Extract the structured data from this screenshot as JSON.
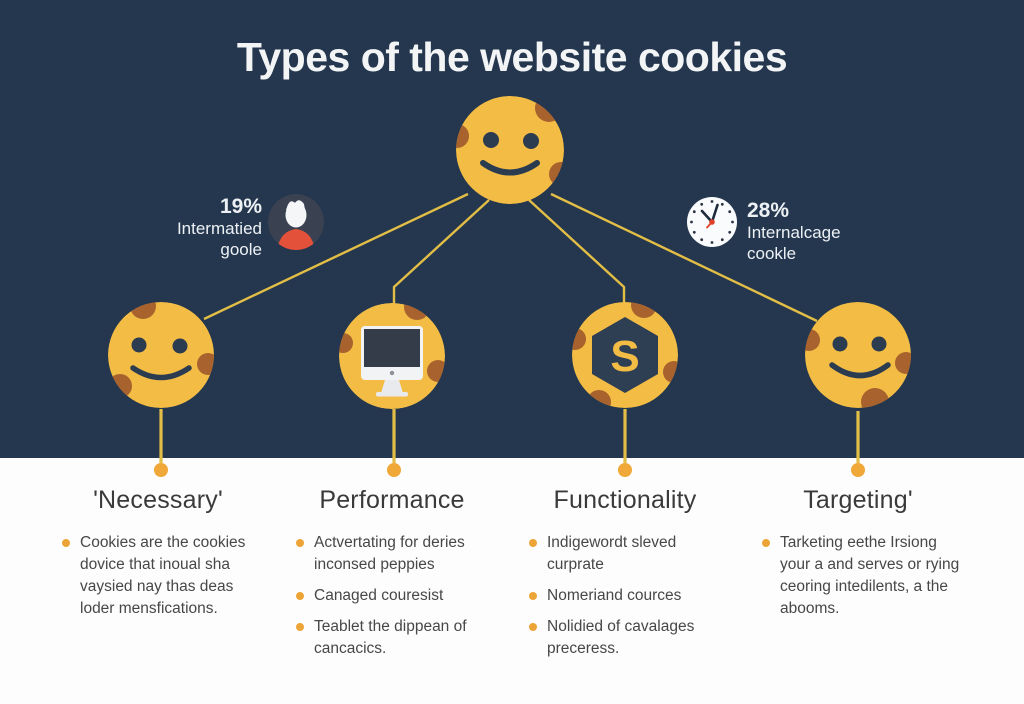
{
  "title": "Types of the website cookies",
  "stats": {
    "left": {
      "value": "19%",
      "line1": "Intermatied",
      "line2": "goole",
      "icon": "person-icon"
    },
    "right": {
      "value": "28%",
      "line1": "Internalcage",
      "line2": "cookle",
      "icon": "clock-icon"
    }
  },
  "center_icon": "smiley-cookie-icon",
  "hex_letter": "S",
  "columns": [
    {
      "title": "'Necessary'",
      "icon": "smiley-cookie-icon",
      "bullets": [
        "Cookies are the cookies dovice that inoual sha vaysied nay thas deas loder mensfications."
      ]
    },
    {
      "title": "Performance",
      "icon": "computer-cookie-icon",
      "bullets": [
        "Actvertating for deries inconsed peppies",
        "Canaged couresist",
        "Teablet the dippean of cancacics."
      ]
    },
    {
      "title": "Functionality",
      "icon": "hexagon-s-cookie-icon",
      "bullets": [
        "Indigewordt sleved curprate",
        "Nomeriand cources",
        "Nolidied of cavalages preceress."
      ]
    },
    {
      "title": "Targeting'",
      "icon": "smiley-cookie-icon",
      "bullets": [
        "Tarketing eethe Irsiong your a and serves or rying ceoring intedilents, a the abooms."
      ]
    }
  ],
  "colors": {
    "background_dark": "#24374E",
    "cookie_yellow": "#F3BC45",
    "chip_brown": "#A8622E",
    "line_yellow": "#E3BE47",
    "dot_orange": "#F0A838",
    "bullet_orange": "#EDA437",
    "person_body_red": "#E3513B",
    "clock_center_red": "#E0402A"
  }
}
